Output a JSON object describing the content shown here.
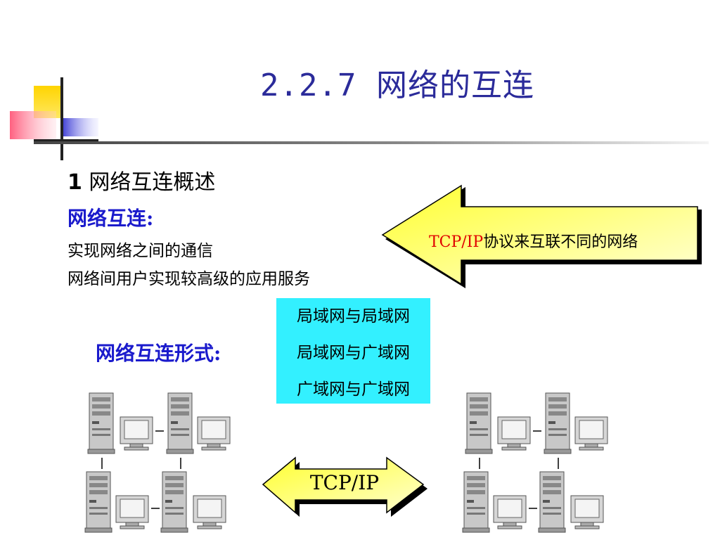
{
  "slide": {
    "title": "2.2.7 网络的互连",
    "section_number": "1",
    "section_title": "网络互连概述",
    "definition_heading": "网络互连:",
    "definition_lines": [
      "实现网络之间的通信",
      "网络间用户实现较高级的应用服务"
    ],
    "forms_heading": "网络互连形式:",
    "forms": [
      "局域网与局域网",
      "局域网与广域网",
      "广域网与广域网"
    ],
    "callout": {
      "red_part": "TCP/IP",
      "rest": "协议来互联不同的网络"
    },
    "double_arrow_label": "TCP/IP"
  },
  "colors": {
    "title": "#2b2b9a",
    "heading_blue": "#1a1acc",
    "cyan_box": "#33f0ff",
    "arrow_fill": "#ffff33",
    "callout_red": "#e00000"
  },
  "icons": [
    "server-tower-icon",
    "monitor-icon"
  ]
}
